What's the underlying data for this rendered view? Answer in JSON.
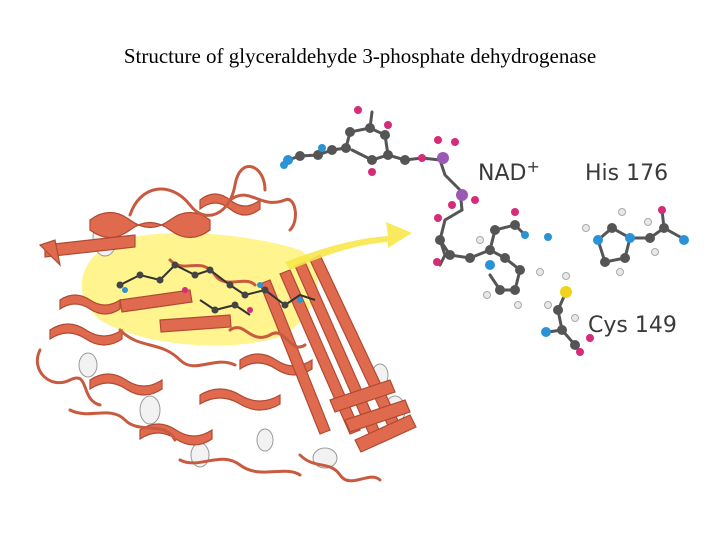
{
  "title": "Structure of glyceraldehyde 3-phosphate dehydrogenase",
  "labels": {
    "nad": "NAD",
    "nad_charge": "+",
    "his": "His 176",
    "cys": "Cys 149"
  },
  "colors": {
    "ribbon": "#e06a4e",
    "ribbon_edge": "#b04a33",
    "sheet_white": "#f2f2f2",
    "highlight": "#fff27a",
    "arrow": "#f7e84a",
    "carbon": "#555555",
    "nitrogen": "#2a93d5",
    "oxygen": "#d62b7a",
    "phosphorus": "#9b59b6",
    "sulfur": "#f2d21b",
    "hydrogen": "#e8e8e8"
  }
}
